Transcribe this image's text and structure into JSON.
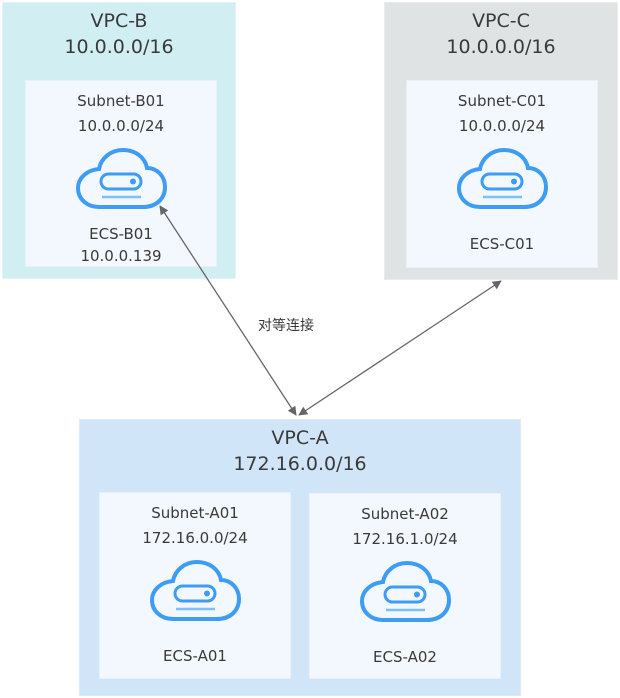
{
  "colors": {
    "vpc_b_bg": "#d1eef3",
    "vpc_c_bg": "#dfe3e4",
    "vpc_a_bg": "#d0e5f8",
    "subnet_bg": "#f3f7fe",
    "cloud_icon": "#3d9cf4",
    "arrow": "#666666",
    "text": "#3a3a3a"
  },
  "vpcs": {
    "b": {
      "name": "VPC-B",
      "cidr": "10.0.0.0/16",
      "subnet": {
        "name": "Subnet-B01",
        "cidr": "10.0.0.0/24",
        "ecs": {
          "icon": "cloud-server-icon",
          "name": "ECS-B01",
          "ip": "10.0.0.139"
        }
      }
    },
    "c": {
      "name": "VPC-C",
      "cidr": "10.0.0.0/16",
      "subnet": {
        "name": "Subnet-C01",
        "cidr": "10.0.0.0/24",
        "ecs": {
          "icon": "cloud-server-icon",
          "name": "ECS-C01"
        }
      }
    },
    "a": {
      "name": "VPC-A",
      "cidr": "172.16.0.0/16",
      "subnets": [
        {
          "name": "Subnet-A01",
          "cidr": "172.16.0.0/24",
          "ecs": {
            "icon": "cloud-server-icon",
            "name": "ECS-A01"
          }
        },
        {
          "name": "Subnet-A02",
          "cidr": "172.16.1.0/24",
          "ecs": {
            "icon": "cloud-server-icon",
            "name": "ECS-A02"
          }
        }
      ]
    }
  },
  "connections": {
    "label": "对等连接",
    "links": [
      {
        "from": "ECS-B01",
        "to": "VPC-A",
        "direction": "bidirectional"
      },
      {
        "from": "VPC-C",
        "to": "VPC-A",
        "direction": "bidirectional"
      }
    ]
  }
}
